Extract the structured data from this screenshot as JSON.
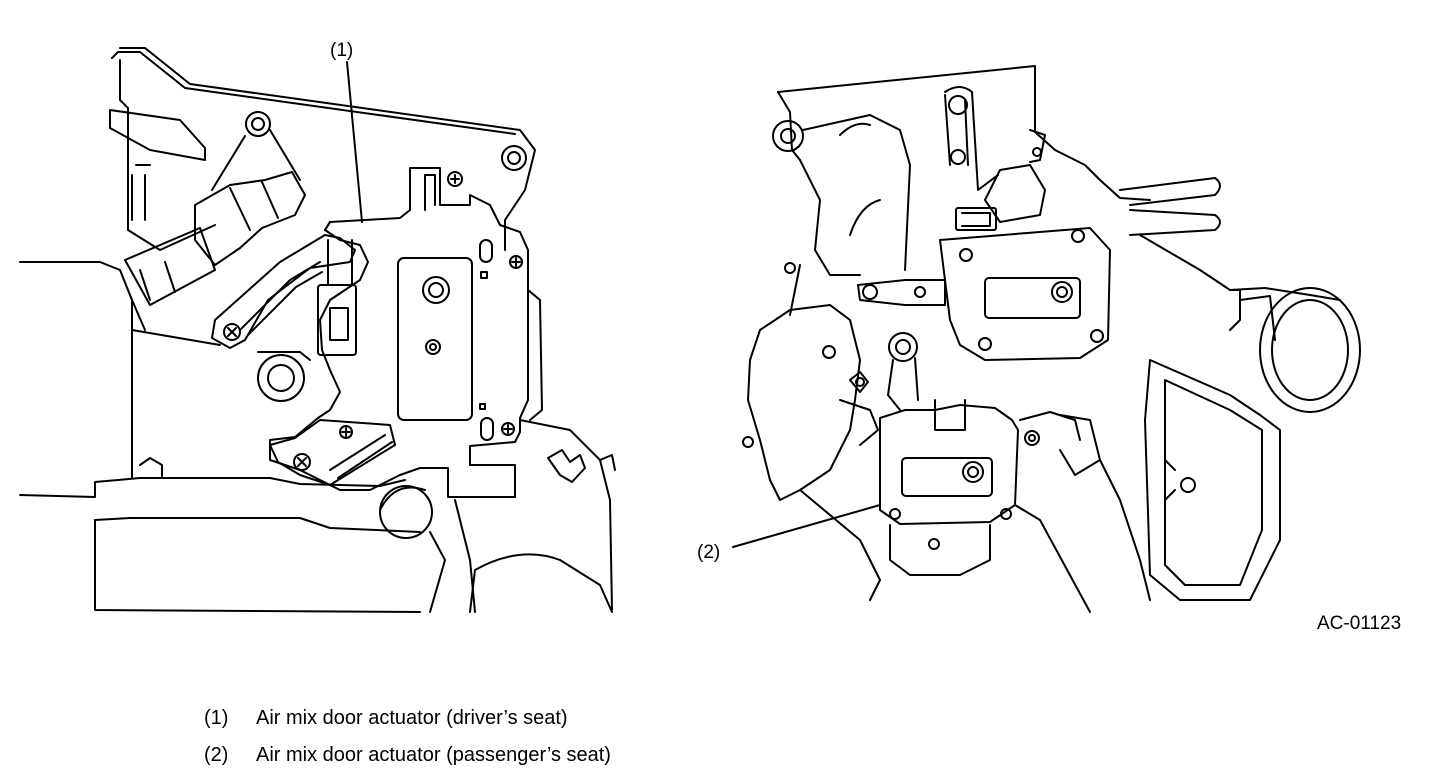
{
  "callouts": {
    "c1": "(1)",
    "c2": "(2)"
  },
  "figure_id": "AC-01123",
  "legend": [
    {
      "num": "(1)",
      "text": "Air mix door actuator (driver’s seat)"
    },
    {
      "num": "(2)",
      "text": "Air mix door actuator (passenger’s seat)"
    }
  ]
}
